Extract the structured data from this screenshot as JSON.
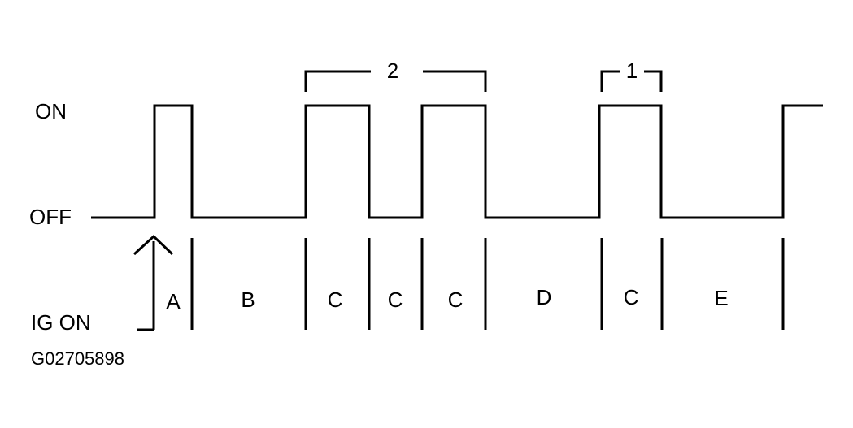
{
  "labels": {
    "on": "ON",
    "off": "OFF",
    "ig_on": "IG ON",
    "figure_id": "G02705898"
  },
  "segments": [
    "A",
    "B",
    "C",
    "C",
    "C",
    "D",
    "C",
    "E"
  ],
  "brackets": {
    "long": "2",
    "short": "1"
  },
  "colors": {
    "line": "#000000",
    "background": "#ffffff"
  }
}
